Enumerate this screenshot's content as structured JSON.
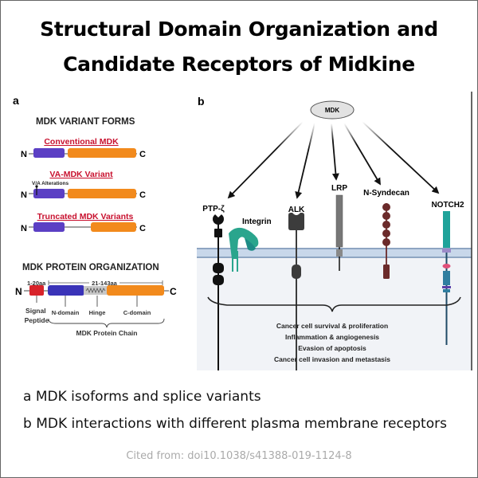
{
  "title": {
    "line1": "Structural Domain Organization and",
    "line2": "Candidate Receptors of Midkine"
  },
  "panel_a": {
    "label": "a",
    "variant_heading": "MDK VARIANT FORMS",
    "variants": [
      {
        "name": "Conventional MDK"
      },
      {
        "name": "VA-MDK Variant",
        "annotation": "V/A Alterations"
      },
      {
        "name": "Truncated MDK Variants"
      }
    ],
    "n_label": "N",
    "c_label": "C",
    "organization_heading": "MDK PROTEIN ORGANIZATION",
    "organization": {
      "range1": "1-20aa",
      "range2": "21-143aa",
      "signal_peptide_line1": "Signal",
      "signal_peptide_line2": "Peptide",
      "n_domain": "N-domain",
      "hinge": "Hinge",
      "c_domain": "C-domain",
      "chain": "MDK Protein Chain"
    },
    "colors": {
      "n_domain": "#5b3fc4",
      "c_domain": "#f28a1c",
      "signal": "#d8232a",
      "heading_red": "#c8102e",
      "hinge": "#c8c8c8"
    }
  },
  "panel_b": {
    "label": "b",
    "ligand": "MDK",
    "receptors": [
      "PTP-ζ",
      "Integrin",
      "ALK",
      "LRP",
      "N-Syndecan",
      "NOTCH2"
    ],
    "outcomes": [
      "Cancer cell survival & proliferation",
      "Inflammation & angiogenesis",
      "Evasion of apoptosis",
      "Cancer cell invasion and metastasis"
    ],
    "colors": {
      "membrane": "#b9cbe0",
      "integrin": "#2aa58d",
      "syndecan": "#6b2a2a",
      "notch": "#1fa39a",
      "alk": "#3c3c3c",
      "lrp": "#777777"
    }
  },
  "captions": {
    "a": "a MDK isoforms and splice variants",
    "b": "b MDK interactions with different plasma membrane receptors"
  },
  "citation": "Cited from: doi10.1038/s41388-019-1124-8"
}
